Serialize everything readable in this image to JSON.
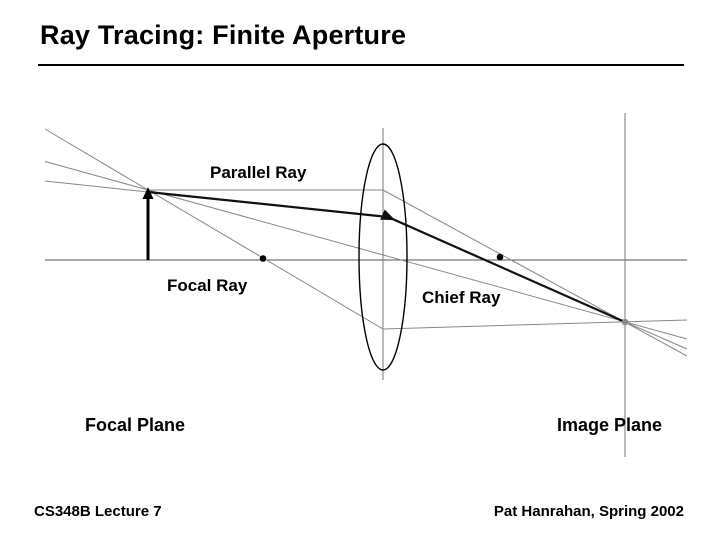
{
  "slide": {
    "title": "Ray Tracing: Finite Aperture",
    "footer_left": "CS348B Lecture 7",
    "footer_right": "Pat Hanrahan, Spring 2002"
  },
  "diagram": {
    "labels": {
      "parallel_ray": "Parallel Ray",
      "focal_ray": "Focal Ray",
      "chief_ray": "Chief Ray",
      "focal_plane": "Focal Plane",
      "image_plane": "Image Plane"
    },
    "colors": {
      "thin_ray": "#888888",
      "bold_ray": "#111111",
      "axis": "#555555",
      "plane_line": "#777777",
      "image_point": "#8a8a8a"
    }
  }
}
